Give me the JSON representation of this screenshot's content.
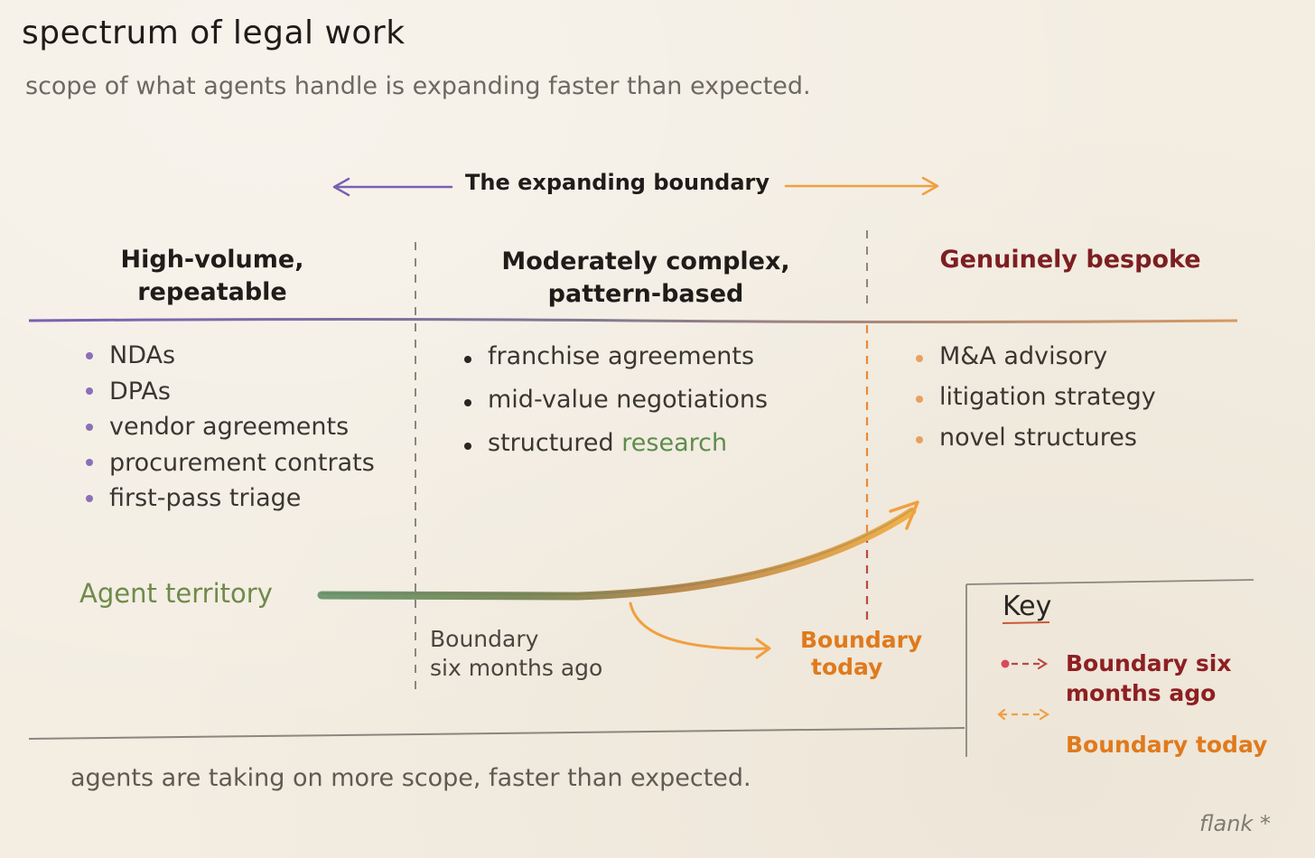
{
  "title": "spectrum of legal work",
  "subtitle": "scope of what agents handle is expanding faster than expected.",
  "boundary_label": "The expanding boundary",
  "columns": [
    {
      "heading_lines": [
        "High-volume,",
        "repeatable"
      ],
      "items": [
        "NDAs",
        "DPAs",
        "vendor agreements",
        "procurement contrats",
        "first-pass triage"
      ]
    },
    {
      "heading_lines": [
        "Moderately complex,",
        "pattern-based"
      ],
      "items": [
        "franchise agreements",
        "mid-value negotiations",
        "structured"
      ],
      "highlight_word": "research"
    },
    {
      "heading_lines": [
        "Genuinely bespoke"
      ],
      "items": [
        "M&A advisory",
        "litigation strategy",
        "novel structures"
      ]
    }
  ],
  "agent_territory_label": "Agent territory",
  "boundary_six_months_label": [
    "Boundary",
    "six months ago"
  ],
  "boundary_today_label": [
    "Boundary",
    "today"
  ],
  "key": {
    "title": "Key",
    "entry1_lines": [
      "Boundary six",
      "months ago"
    ],
    "entry2": "Boundary today"
  },
  "footer": "agents are taking on more scope, faster than expected.",
  "signature": "flank *",
  "colors": {
    "purple": "#7b5fb3",
    "orange": "#f0a040",
    "dark_red": "#7d1e22",
    "green": "#6f8a4a",
    "dark_orange": "#e07a1c",
    "line_gray": "#7a7670"
  }
}
